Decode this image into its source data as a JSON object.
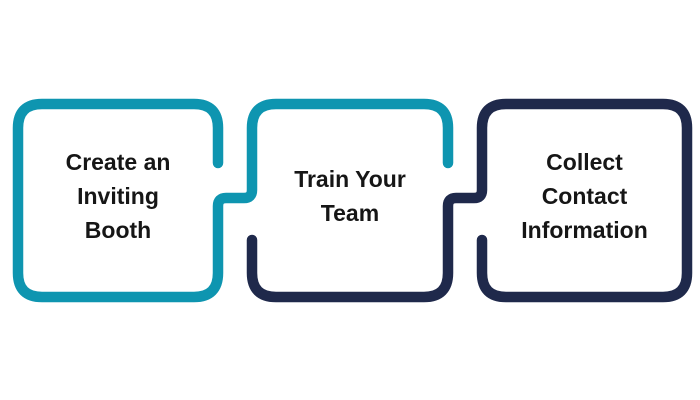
{
  "palette": {
    "teal": "#0E95B0",
    "navy": "#1F294B",
    "text": "#161616",
    "background": "#FFFFFF"
  },
  "diagram": {
    "type": "process-steps",
    "steps": [
      {
        "order": 1,
        "label": "Create an Inviting Booth",
        "lines": [
          "Create an",
          "Inviting",
          "Booth"
        ],
        "outline_color": "#0E95B0"
      },
      {
        "order": 2,
        "label": "Train Your Team",
        "lines": [
          "Train Your",
          "Team"
        ],
        "outline_color_top": "#0E95B0",
        "outline_color_bottom": "#1F294B"
      },
      {
        "order": 3,
        "label": "Collect Contact Information",
        "lines": [
          "Collect",
          "Contact",
          "Information"
        ],
        "outline_color": "#1F294B"
      }
    ]
  }
}
